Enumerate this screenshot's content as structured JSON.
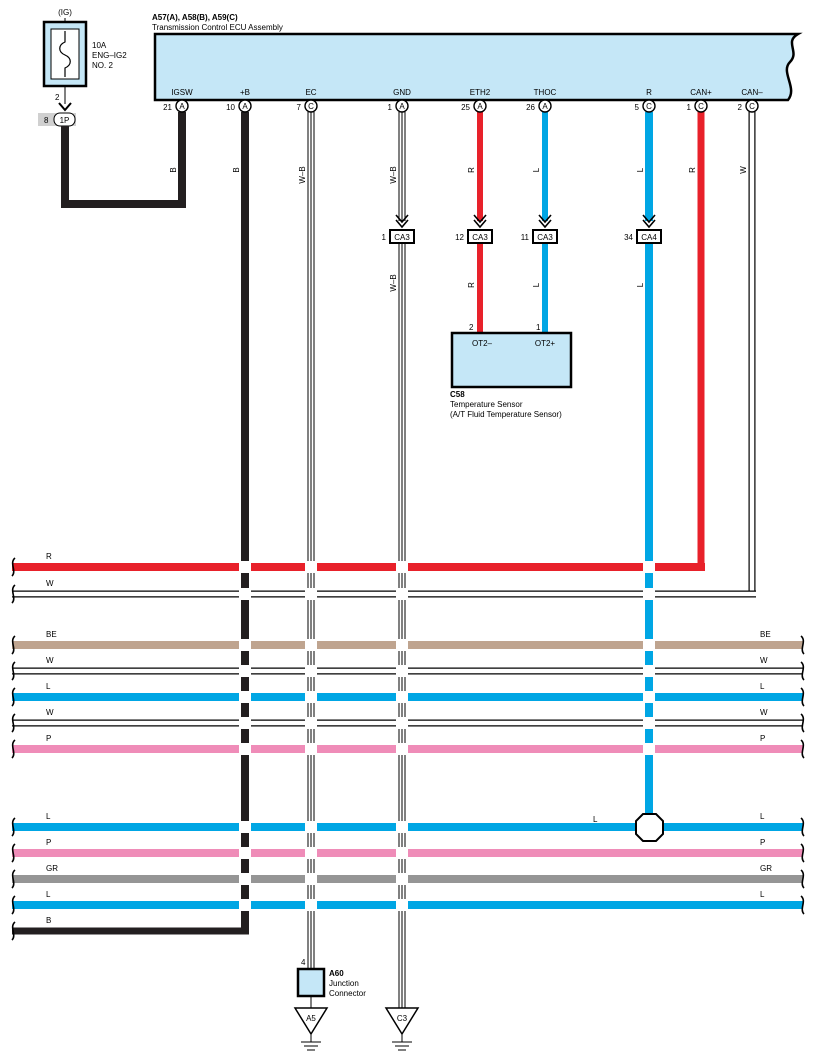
{
  "colors": {
    "R": "#e8212a",
    "L": "#00a6e4",
    "B": "#231f20",
    "W": "#ffffff",
    "BE": "#bfa48f",
    "P": "#ef8cb8",
    "GR": "#959595",
    "W-B": "#ffffff",
    "box_fill": "#c5e7f7",
    "connector_fill": "#d0d0d0"
  },
  "fuse": {
    "supply": "(IG)",
    "rating": "10A",
    "name_line1": "ENG–IG2",
    "name_line2": "NO. 2",
    "out_pin": "2",
    "junction_pin": "8",
    "junction_id": "1P"
  },
  "ecu": {
    "codes": "A57(A), A58(B), A59(C)",
    "title": "Transmission Control ECU Assembly",
    "terminals": [
      {
        "name": "IGSW",
        "pin": "21",
        "conn": "A",
        "wire": "B"
      },
      {
        "name": "+B",
        "pin": "10",
        "conn": "A",
        "wire": "B"
      },
      {
        "name": "EC",
        "pin": "7",
        "conn": "C",
        "wire": "W–B"
      },
      {
        "name": "GND",
        "pin": "1",
        "conn": "A",
        "wire": "W–B"
      },
      {
        "name": "ETH2",
        "pin": "25",
        "conn": "A",
        "wire": "R"
      },
      {
        "name": "THOC",
        "pin": "26",
        "conn": "A",
        "wire": "L"
      },
      {
        "name": "R",
        "pin": "5",
        "conn": "C",
        "wire": "L"
      },
      {
        "name": "CAN+",
        "pin": "1",
        "conn": "C",
        "wire": "R"
      },
      {
        "name": "CAN–",
        "pin": "2",
        "conn": "C",
        "wire": "W"
      }
    ]
  },
  "inline_connectors": [
    {
      "pin": "1",
      "id": "CA3",
      "below_wire": "W–B"
    },
    {
      "pin": "12",
      "id": "CA3",
      "below_wire": "R"
    },
    {
      "pin": "11",
      "id": "CA3",
      "below_wire": "L"
    },
    {
      "pin": "34",
      "id": "CA4",
      "below_wire": "L"
    }
  ],
  "sensor": {
    "code": "C58",
    "name": "Temperature Sensor",
    "subname": "(A/T Fluid Temperature Sensor)",
    "pin_left": "2",
    "pin_right": "1",
    "terminal_left": "OT2–",
    "terminal_right": "OT2+"
  },
  "buses": [
    {
      "left": "R",
      "right": ""
    },
    {
      "left": "W",
      "right": ""
    },
    {
      "left": "BE",
      "right": "BE"
    },
    {
      "left": "W",
      "right": "W"
    },
    {
      "left": "L",
      "right": "L"
    },
    {
      "left": "W",
      "right": "W"
    },
    {
      "left": "P",
      "right": "P"
    },
    {
      "left": "L",
      "right": "L"
    },
    {
      "left": "P",
      "right": "P"
    },
    {
      "left": "GR",
      "right": "GR"
    },
    {
      "left": "L",
      "right": "L"
    },
    {
      "left": "B",
      "right": ""
    }
  ],
  "splice_label": "L",
  "junction_connector": {
    "pin": "4",
    "code": "A60",
    "name_line1": "Junction",
    "name_line2": "Connector"
  },
  "grounds": [
    "A5",
    "C3"
  ]
}
